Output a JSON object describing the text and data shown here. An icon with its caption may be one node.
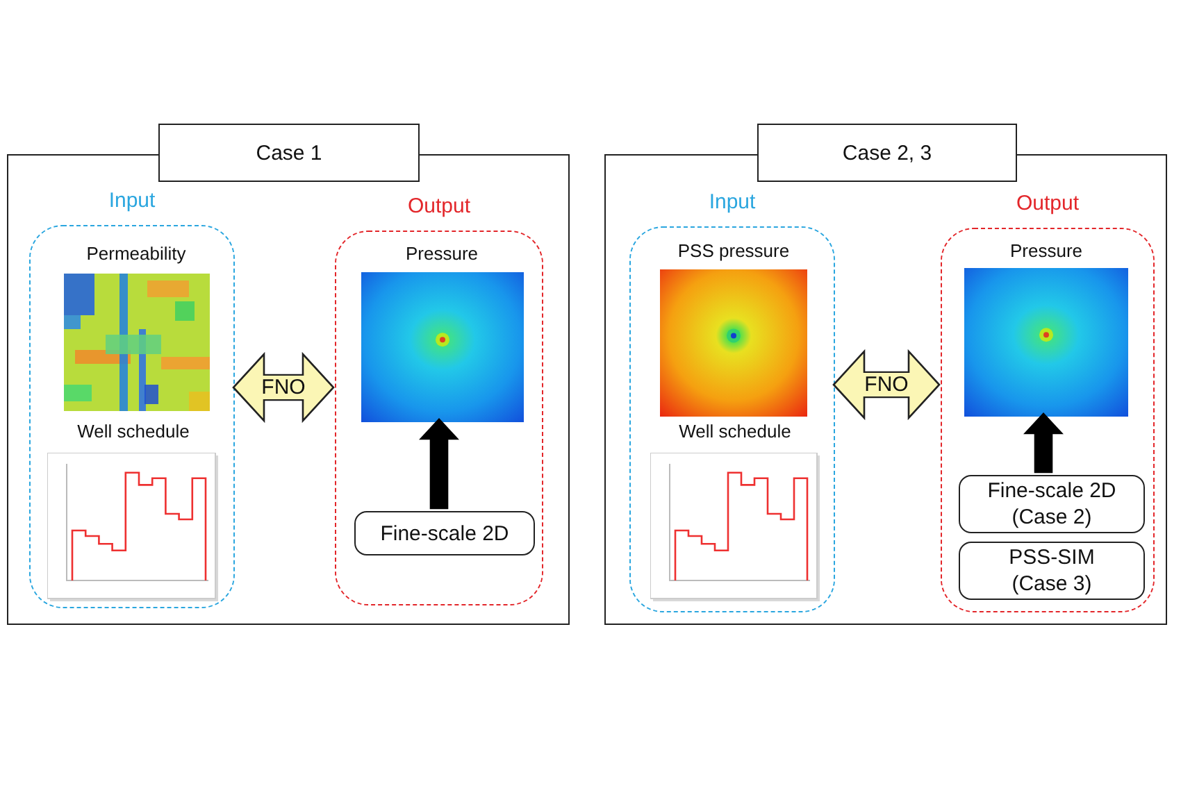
{
  "diagram": {
    "nodes": [
      {
        "text": [
          "Case 1"
        ]
      },
      {
        "text": [
          "Input"
        ],
        "in": 0
      },
      {
        "text": [
          "Permeability"
        ],
        "in": 1
      },
      {
        "text": [
          "Well schedule"
        ],
        "in": 1
      },
      {
        "text": [
          "Output"
        ],
        "in": 0
      },
      {
        "text": [
          "Pressure"
        ],
        "in": 4
      },
      {
        "text": [
          "Fine-scale 2D"
        ],
        "in": 4
      },
      {
        "text": [
          "Case 2, 3"
        ]
      },
      {
        "text": [
          "Input"
        ],
        "in": 7
      },
      {
        "text": [
          "PSS pressure"
        ],
        "in": 8
      },
      {
        "text": [
          "Well schedule"
        ],
        "in": 8
      },
      {
        "text": [
          "Output"
        ],
        "in": 7
      },
      {
        "text": [
          "Pressure"
        ],
        "in": 11
      },
      {
        "text": [
          "Fine-scale 2D (Case 2)"
        ],
        "in": 11
      },
      {
        "text": [
          "PSS-SIM (Case 3)"
        ],
        "in": 11
      }
    ],
    "edges": [
      {
        "from": 1,
        "to": 4,
        "arrow": "both",
        "label": "FNO"
      },
      {
        "from": 6,
        "to": 5,
        "arrow": "to",
        "style": "thick"
      },
      {
        "from": 8,
        "to": 11,
        "arrow": "both",
        "label": "FNO"
      },
      {
        "from": 13,
        "to": 12,
        "arrow": "to",
        "style": "thick"
      }
    ]
  }
}
